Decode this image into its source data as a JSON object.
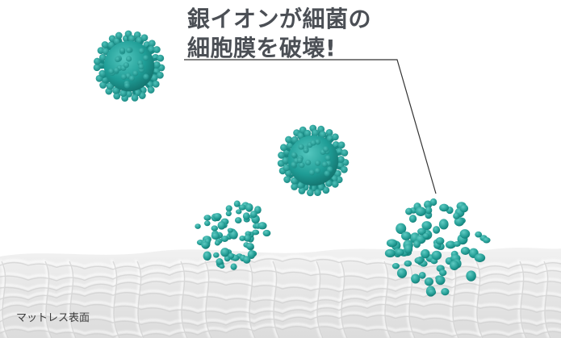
{
  "headline": {
    "line1": "銀イオンが細菌の",
    "line2": "細胞膜を破壊!"
  },
  "surface_label": "マットレス表面",
  "colors": {
    "bacteria": "#1f9d96",
    "bacteria_dark": "#14716d",
    "bacteria_light": "#4fc2ba",
    "text": "#4b4f55",
    "mattress": "#e9e9e9"
  },
  "illustration": {
    "intact_bacteria": 2,
    "disrupted_bacteria": 2,
    "icons": [
      "intact-bacterium-icon",
      "disrupted-bacterium-icon",
      "pointer-line-icon",
      "mattress-surface-icon"
    ]
  }
}
